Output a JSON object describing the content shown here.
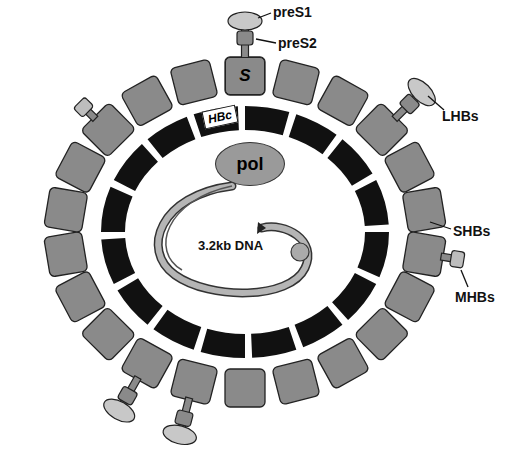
{
  "diagram": {
    "nodes": [
      {
        "text": [
          "S"
        ]
      },
      {
        "text": [
          "HBc"
        ]
      },
      {
        "text": [
          "pol"
        ]
      }
    ],
    "labels": [
      "preS1",
      "preS2",
      "LHBs",
      "SHBs",
      "MHBs",
      "3.2kb DNA"
    ]
  }
}
